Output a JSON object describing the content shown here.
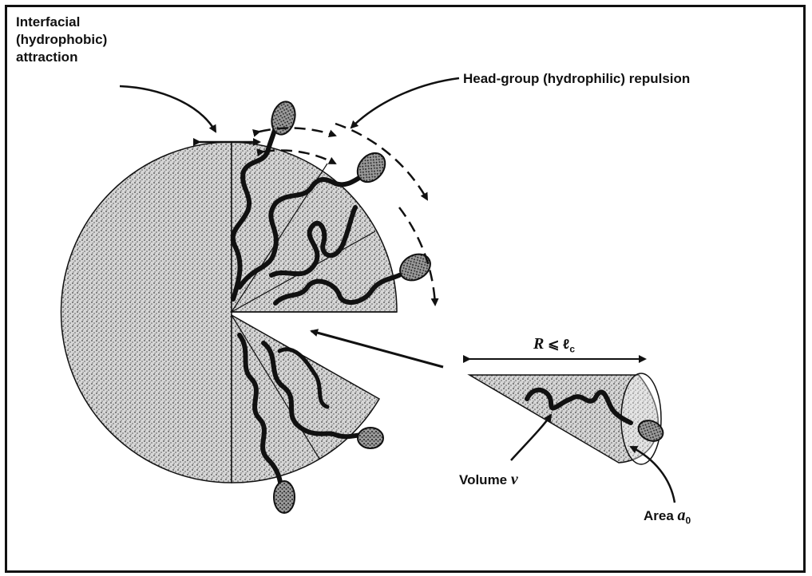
{
  "labels": {
    "interfacial": "Interfacial\n(hydrophobic)\nattraction",
    "headgroup": "Head-group (hydrophilic) repulsion",
    "radius_r": "R",
    "radius_rel": "⩽ ℓ",
    "radius_sub": "c",
    "volume_text": "Volume",
    "volume_sym": "v",
    "area_text": "Area",
    "area_sym": "a",
    "area_sub": "0"
  },
  "colors": {
    "ink": "#111111",
    "stipple_light": "#cfcfcf",
    "stipple_mid": "#b5b5b5",
    "stipple_dark": "#5a5a5a",
    "background": "#ffffff"
  },
  "icons": {
    "head_group": "blob-head-group",
    "chain": "wavy-hydrocarbon-chain"
  }
}
